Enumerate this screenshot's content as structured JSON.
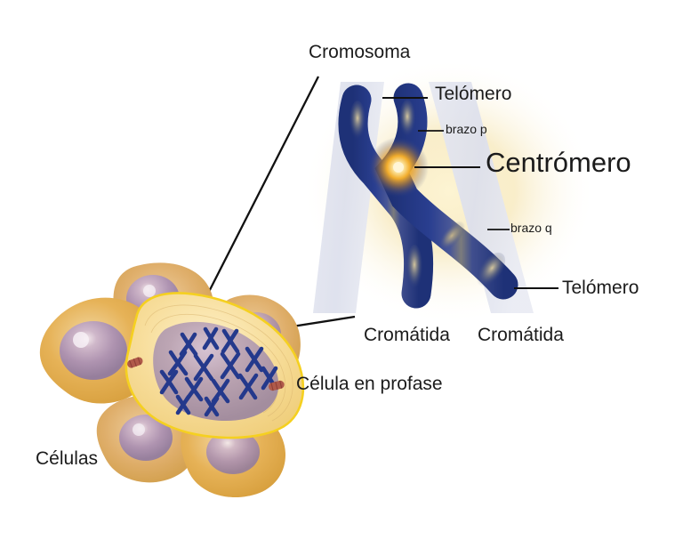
{
  "figure": {
    "title_caption": "Cromosoma",
    "language": "es",
    "background_color": "#ffffff"
  },
  "colors": {
    "chromosome_blue": "#2a3f8f",
    "chromosome_blue_dark": "#1e2f70",
    "centromere_glow": "#f6a81e",
    "centromere_core": "#fff3c4",
    "panel_band": "#dfe2ee",
    "panel_glow": "#f2e3b4",
    "cell_amber": "#e6ad3f",
    "cell_amber_light": "#f0cf86",
    "prophase_cyto": "#f7dd9a",
    "prophase_outline": "#f5d020",
    "nucleus_purple": "#a98fb5",
    "nucleus_inner": "#b9a2ad",
    "mitochondria": "#b05a4a",
    "leader_line": "#111111",
    "text": "#1b1b1b"
  },
  "labels": {
    "chromosome": "Cromosoma",
    "telomere_top": "Telómero",
    "arm_p": "brazo p",
    "centromere": "Centrómero",
    "arm_q": "brazo q",
    "telomere_bottom": "Telómero",
    "chromatid_left": "Cromátida",
    "chromatid_right": "Cromátida",
    "cell_prophase": "Célula en profase",
    "cells": "Células"
  },
  "structures": {
    "chromatid_count": 2,
    "centromere_count": 1,
    "telomere_count": 2,
    "arms": [
      "brazo p",
      "brazo q"
    ],
    "nucleus_chromosomes": 14,
    "surrounding_cells": 6,
    "mitochondria_count": 2
  }
}
